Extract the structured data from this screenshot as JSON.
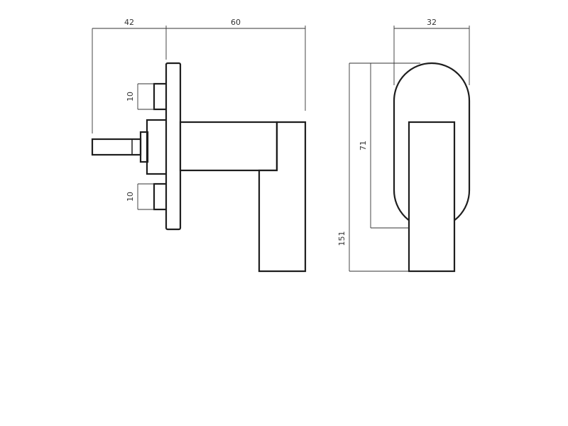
{
  "dimensions": {
    "shaft_length": "42",
    "handle_depth": "60",
    "upper_screw": "10",
    "lower_screw": "10",
    "rose_width": "32",
    "rose_height": "71",
    "total_height": "151"
  }
}
